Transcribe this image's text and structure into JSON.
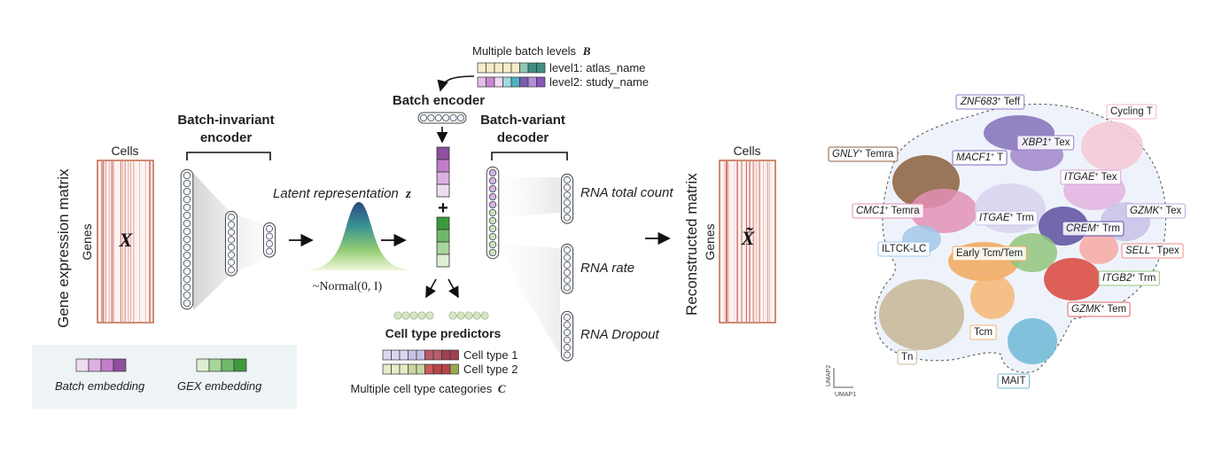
{
  "gene_matrix": {
    "title": "Gene expression matrix",
    "cells_label": "Cells",
    "genes_label": "Genes",
    "symbol": "X"
  },
  "encoder": {
    "title_line1": "Batch-invariant",
    "title_line2": "encoder"
  },
  "latent": {
    "label": "Latent representation",
    "symbol": "z",
    "prior": "~Normal(0, I)"
  },
  "batch": {
    "header_text": "Multiple batch levels",
    "header_symbol": "B",
    "level1": "level1: atlas_name",
    "level2": "level2: study_name",
    "encoder_title": "Batch encoder",
    "plus": "+"
  },
  "decoder": {
    "title_line1": "Batch-variant",
    "title_line2": "decoder",
    "outputs": [
      "RNA total count",
      "RNA rate",
      "RNA Dropout"
    ]
  },
  "predictors": {
    "title": "Cell type predictors",
    "type1": "Cell type 1",
    "type2": "Cell type 2",
    "footer_text": "Multiple cell type categories",
    "footer_symbol": "C"
  },
  "reconstructed": {
    "title": "Reconstructed matrix",
    "cells_label": "Cells",
    "genes_label": "Genes",
    "symbol": "X̃"
  },
  "legend": {
    "batch_embedding": "Batch embedding",
    "gex_embedding": "GEX embedding"
  },
  "umap": {
    "axis_y": "UMAP2",
    "axis_x": "UMAP1",
    "clusters": [
      {
        "gene": "ZNF683",
        "sup": "+",
        "rest": " Teff",
        "color": "#8e7cc3"
      },
      {
        "gene": "",
        "sup": "",
        "rest": "Cycling T",
        "color": "#f4b6c2"
      },
      {
        "gene": "GNLY",
        "sup": "+",
        "rest": " Temra",
        "color": "#8b5e3c"
      },
      {
        "gene": "XBP1",
        "sup": "+",
        "rest": " Tex",
        "color": "#9c7fc9"
      },
      {
        "gene": "MACF1",
        "sup": "+",
        "rest": " T",
        "color": "#7b68b5"
      },
      {
        "gene": "ITGAE",
        "sup": "+",
        "rest": " Tex",
        "color": "#d9a0d6"
      },
      {
        "gene": "CMC1",
        "sup": "+",
        "rest": " Temra",
        "color": "#e38fb4"
      },
      {
        "gene": "ITGAE",
        "sup": "+",
        "rest": " Trm",
        "color": "#c9c0e6"
      },
      {
        "gene": "GZMK",
        "sup": "+",
        "rest": " Tex",
        "color": "#b8a9d9"
      },
      {
        "gene": "CREM",
        "sup": "+",
        "rest": " Trm",
        "color": "#5b4fa0"
      },
      {
        "gene": "",
        "sup": "",
        "rest": "ILTCK-LC",
        "color": "#9fc5e8"
      },
      {
        "gene": "",
        "sup": "",
        "rest": "Early Tcm/Tem",
        "color": "#f2a65a"
      },
      {
        "gene": "SELL",
        "sup": "+",
        "rest": " Tpex",
        "color": "#f28b82"
      },
      {
        "gene": "ITGB2",
        "sup": "+",
        "rest": " Trm",
        "color": "#93c47d"
      },
      {
        "gene": "GZMK",
        "sup": "+",
        "rest": " Tem",
        "color": "#e06666"
      },
      {
        "gene": "",
        "sup": "",
        "rest": "Tcm",
        "color": "#f6b26b"
      },
      {
        "gene": "",
        "sup": "",
        "rest": "Tn",
        "color": "#c9b99a"
      },
      {
        "gene": "",
        "sup": "",
        "rest": "MAIT",
        "color": "#6fb7d6"
      }
    ]
  }
}
